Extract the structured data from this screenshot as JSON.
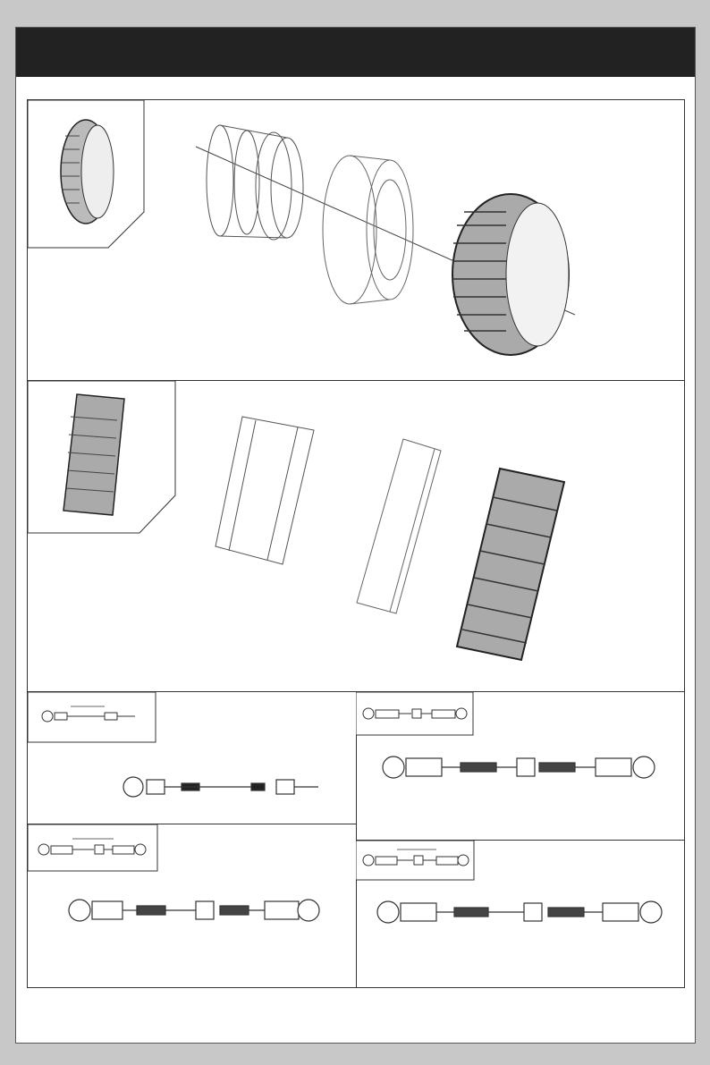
{
  "header": {
    "title": ""
  },
  "colors": {
    "header_bar": "#222222",
    "page_border": "#c8c8c8",
    "line": "#333333"
  },
  "panels": {
    "wheel_assembly_1": {
      "name": "wheel-assembly-1",
      "parts": [
        "wheel-rim",
        "tire-foam-insert",
        "tire"
      ]
    },
    "wheel_assembly_2": {
      "name": "wheel-assembly-2",
      "parts": [
        "wheel-rim",
        "tire-foam-insert",
        "tire"
      ]
    },
    "turnbuckles": [
      {
        "name": "linkage-rod-1"
      },
      {
        "name": "turnbuckle-1"
      },
      {
        "name": "turnbuckle-2"
      },
      {
        "name": "turnbuckle-3"
      }
    ]
  }
}
